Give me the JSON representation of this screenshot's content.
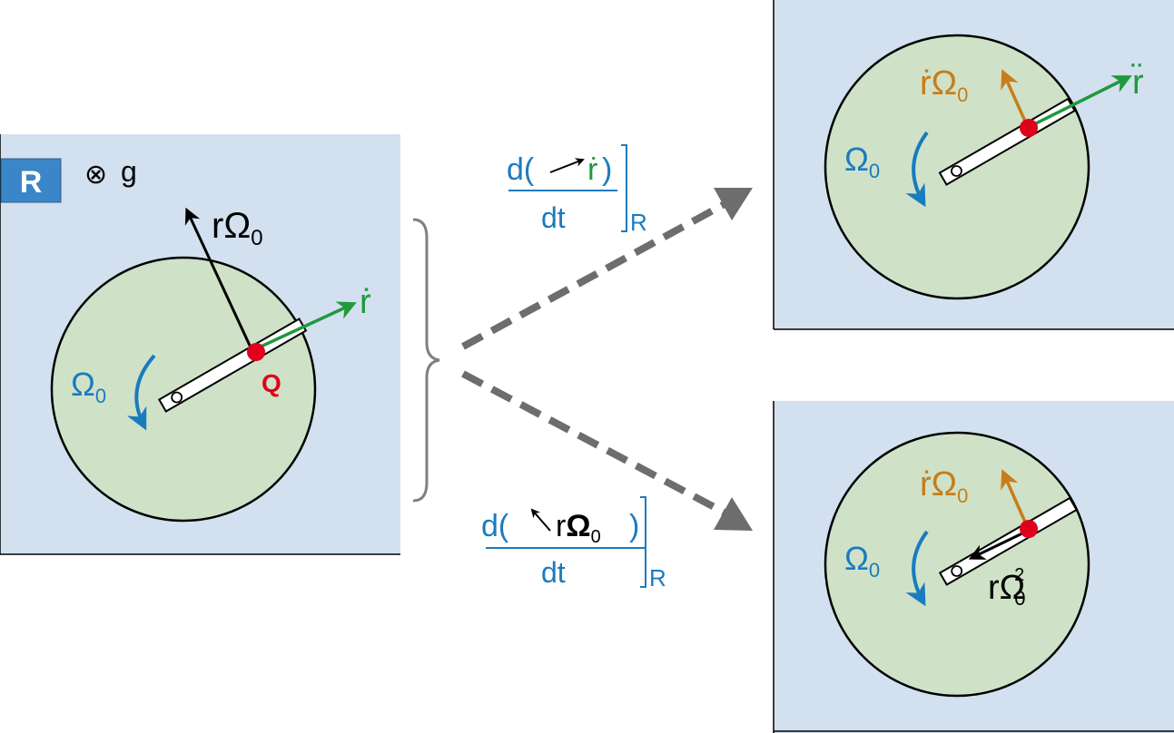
{
  "colors": {
    "panel_bg": "#d3e0ef",
    "disc_fill": "#cfe2c8",
    "rho_blue": "#1a7bbf",
    "green": "#20993e",
    "orange": "#c77d1a",
    "red": "#e0001b",
    "black": "#000000",
    "gray_dash": "#6d6d6d",
    "frame_label_bg": "#3a86c8"
  },
  "left_panel": {
    "frame_label": "R",
    "gravity_symbol": "⊗",
    "gravity_label": "g",
    "vel_perp_label": "rΩ",
    "vel_perp_sub": "0",
    "rdot_label": "ṙ",
    "omega_label": "Ω",
    "omega_sub": "0",
    "point_label": "Q"
  },
  "derivatives": {
    "top": {
      "open": "d(",
      "vector": "ṙ",
      "close": ")",
      "denominator": "dt",
      "frame": "R"
    },
    "bottom": {
      "open": "d(",
      "vector_r": "r",
      "vector_omega": "Ω",
      "vector_sub": "0",
      "close": ")",
      "denominator": "dt",
      "frame": "R"
    }
  },
  "top_right_panel": {
    "coriolis_label": "ṙΩ",
    "coriolis_sub": "0",
    "rddot_label": "r̈",
    "omega_label": "Ω",
    "omega_sub": "0"
  },
  "bottom_right_panel": {
    "coriolis_label": "ṙΩ",
    "coriolis_sub": "0",
    "centripetal_label": "rΩ",
    "centripetal_sub": "0",
    "centripetal_sup": "2",
    "omega_label": "Ω",
    "omega_sub": "0"
  }
}
